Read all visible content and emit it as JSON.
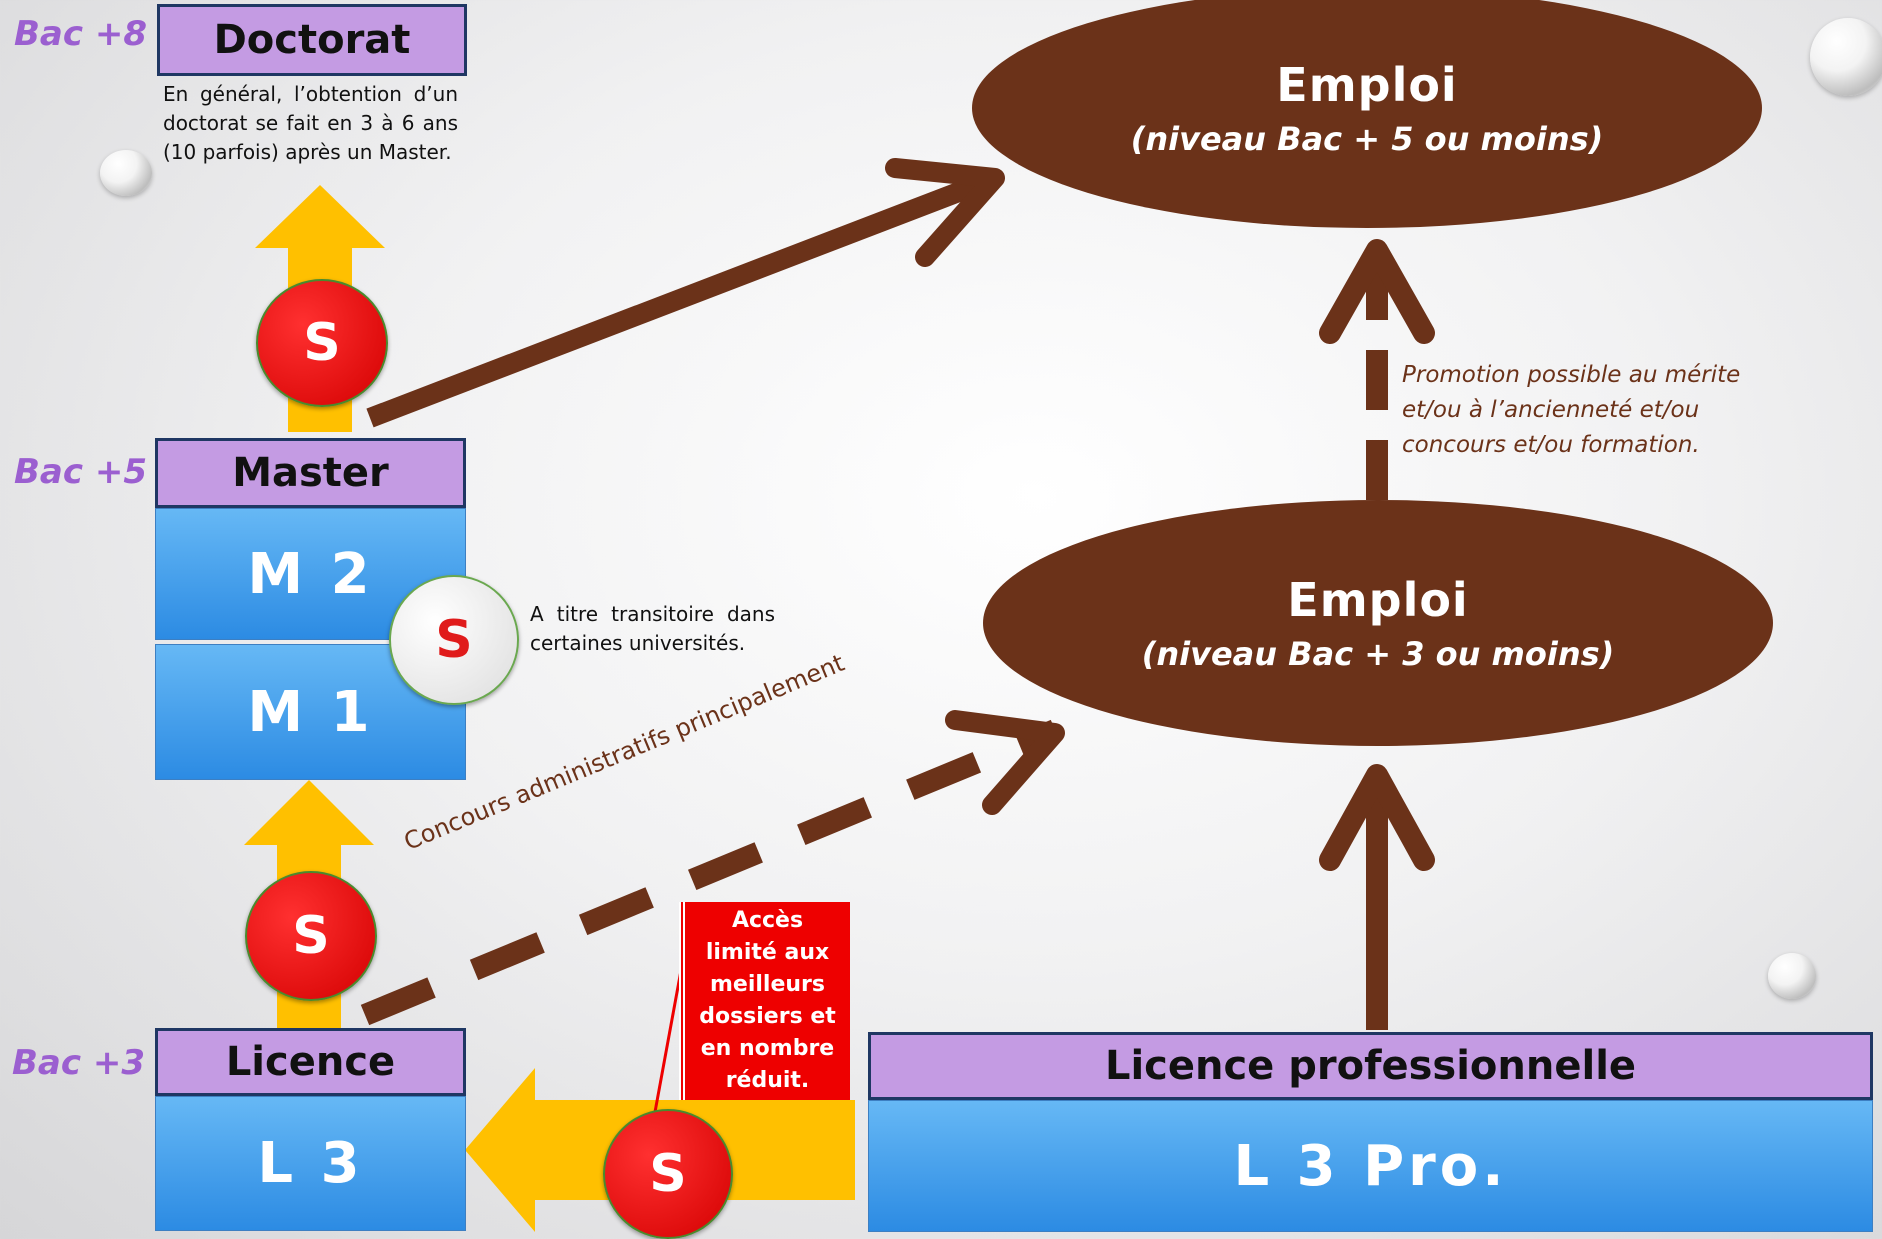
{
  "levels": {
    "bac8": "Bac +8",
    "bac5": "Bac +5",
    "bac3": "Bac +3"
  },
  "doctorat": {
    "label": "Doctorat",
    "note": "En général, l’obtention d’un doctorat se fait en 3 à 6 ans (10 parfois) après un Master."
  },
  "master": {
    "label": "Master",
    "m2": "M 2",
    "m1": "M 1",
    "transition_note": "A titre transitoire dans certaines universités."
  },
  "licence": {
    "label": "Licence",
    "l3": "L 3"
  },
  "licence_pro": {
    "label": "Licence professionnelle",
    "l3pro": "L 3 Pro."
  },
  "selection_badge": "S",
  "emploi_top": {
    "title": "Emploi",
    "subtitle": "(niveau Bac + 5 ou moins)"
  },
  "emploi_mid": {
    "title": "Emploi",
    "subtitle": "(niveau Bac + 3 ou moins)"
  },
  "promotion_note": "Promotion possible au mérite et/ou à l’ancienneté et/ou concours et/ou formation.",
  "concours_label": "Concours administratifs principalement",
  "acces_note": "Accès limité aux meilleurs dossiers et en nombre réduit.",
  "colors": {
    "purple_label": "#c49be3",
    "blue_box": "#2c8be3",
    "brown": "#6b3219",
    "yellow_arrow": "#ffc000",
    "red_badge": "#e00000"
  }
}
